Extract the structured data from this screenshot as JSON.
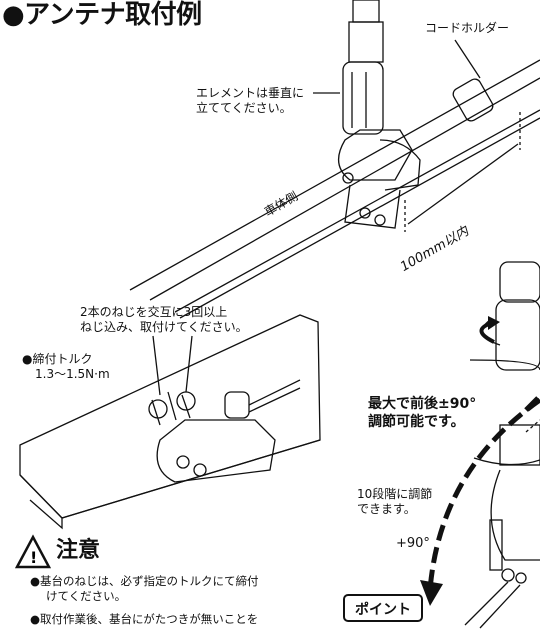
{
  "title": "●アンテナ取付例",
  "top_figure": {
    "cord_holder": "コードホルダー",
    "element_note": [
      "エレメントは垂直に",
      "立ててください。"
    ],
    "vehicle_side": "車体側",
    "distance": "100mm以内"
  },
  "bottom_figure": {
    "screw_note": [
      "2本のねじを交互に3回以上",
      "ねじ込み、取付けてください。"
    ],
    "torque_title": "●締付トルク",
    "torque_value": "1.3〜1.5N·m"
  },
  "right_figure": {
    "adjust_note": [
      "最大で前後±90°",
      "調節可能です。"
    ],
    "steps_note": [
      "10段階に調節",
      "できます。"
    ],
    "angle_label": "+90°"
  },
  "caution": {
    "title": "注意",
    "items": [
      [
        "●基台のねじは、必ず指定のトルクにて締付",
        "けてください。"
      ],
      [
        "●取付作業後、基台にがたつきが無いことを"
      ]
    ]
  },
  "point_label": "ポイント"
}
